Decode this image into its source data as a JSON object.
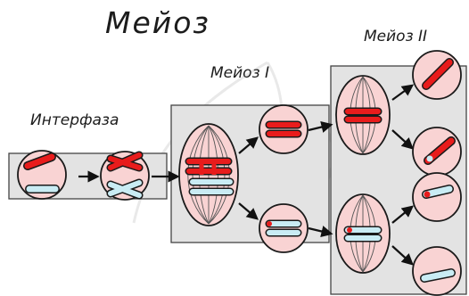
{
  "title": "Мейоз",
  "stages": {
    "interphase": "Интерфаза",
    "meiosis_1": "Мейоз I",
    "meiosis_2": "Мейоз II"
  },
  "colors": {
    "cell_fill": "#f9d3d3",
    "cell_stroke": "#1a1a1a",
    "panel_fill": "#e3e3e3",
    "chromosome_red": "#e81c1c",
    "chromosome_blue": "#c9ecf4",
    "spindle": "#555555",
    "arrow": "#111111"
  }
}
